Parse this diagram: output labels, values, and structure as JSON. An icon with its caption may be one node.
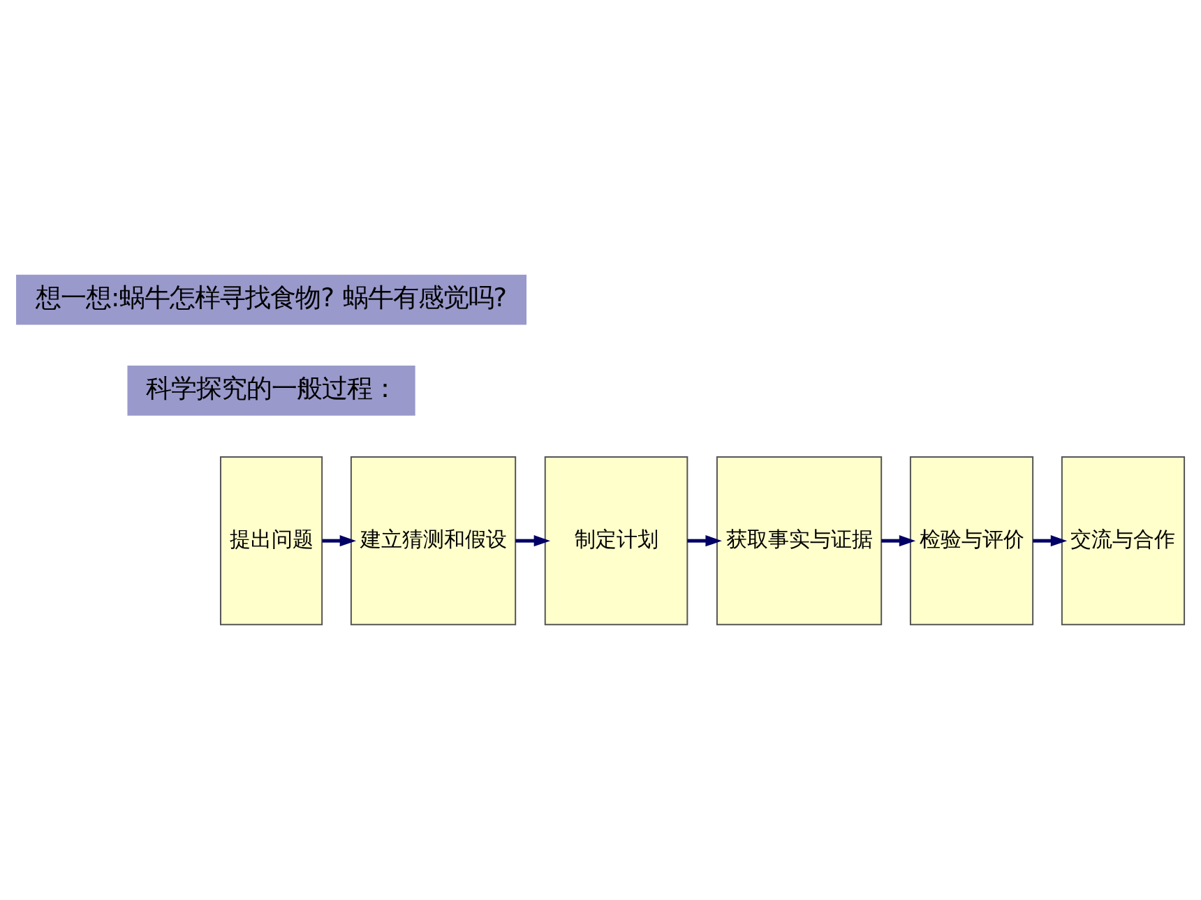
{
  "diagram": {
    "nodes": [
      {
        "text": [
          "想一想:蜗牛怎样寻找食物? 蜗牛有感觉吗?"
        ]
      },
      {
        "text": [
          "科学探究的一般过程："
        ]
      },
      {
        "text": [
          "提出问题"
        ]
      },
      {
        "text": [
          "建立猜测和假设"
        ]
      },
      {
        "text": [
          "制定计划"
        ]
      },
      {
        "text": [
          "获取事实与证据"
        ]
      },
      {
        "text": [
          "检验与评价"
        ]
      },
      {
        "text": [
          "交流与合作"
        ]
      }
    ],
    "edges": [
      {
        "from": 2,
        "to": 3,
        "arrow": "to"
      },
      {
        "from": 3,
        "to": 4,
        "arrow": "to"
      },
      {
        "from": 4,
        "to": 5,
        "arrow": "to"
      },
      {
        "from": 5,
        "to": 6,
        "arrow": "to"
      },
      {
        "from": 6,
        "to": 7,
        "arrow": "to"
      }
    ]
  }
}
